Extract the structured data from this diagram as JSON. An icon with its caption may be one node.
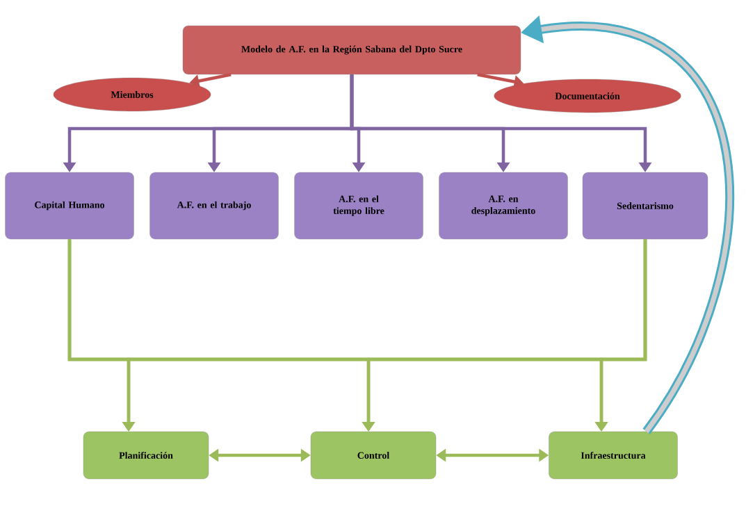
{
  "diagram": {
    "nodes": [
      {
        "text": [
          "Modelo de A.F. en la Región Sabana del Dpto Sucre"
        ]
      },
      {
        "text": [
          "Miembros"
        ]
      },
      {
        "text": [
          "Documentación"
        ]
      },
      {
        "text": [
          "Capital Humano"
        ]
      },
      {
        "text": [
          "A.F. en el trabajo"
        ]
      },
      {
        "text": [
          "A.F. en el tiempo libre"
        ]
      },
      {
        "text": [
          "A.F. en desplazamiento"
        ]
      },
      {
        "text": [
          "Sedentarismo"
        ]
      },
      {
        "text": [
          "Planificación"
        ]
      },
      {
        "text": [
          "Control"
        ]
      },
      {
        "text": [
          "Infraestructura"
        ]
      }
    ],
    "edges": [
      {
        "from": 0,
        "to": 1,
        "arrow": "to",
        "color": "#c0504d"
      },
      {
        "from": 0,
        "to": 2,
        "arrow": "to",
        "color": "#c0504d"
      },
      {
        "from": 0,
        "to": 3,
        "arrow": "to",
        "color": "#8064a2"
      },
      {
        "from": 0,
        "to": 4,
        "arrow": "to",
        "color": "#8064a2"
      },
      {
        "from": 0,
        "to": 5,
        "arrow": "to",
        "color": "#8064a2"
      },
      {
        "from": 0,
        "to": 6,
        "arrow": "to",
        "color": "#8064a2"
      },
      {
        "from": 0,
        "to": 7,
        "arrow": "to",
        "color": "#8064a2"
      },
      {
        "from": 3,
        "to": 8,
        "arrow": "to"
      },
      {
        "from": 3,
        "to": 9,
        "arrow": "to"
      },
      {
        "from": 3,
        "to": 10,
        "arrow": "to"
      },
      {
        "from": 7,
        "to": 8,
        "arrow": "to"
      },
      {
        "from": 7,
        "to": 9,
        "arrow": "to"
      },
      {
        "from": 7,
        "to": 10,
        "arrow": "to"
      },
      {
        "from": 8,
        "to": 9,
        "arrow": "both"
      },
      {
        "from": 9,
        "to": 10,
        "arrow": "both"
      },
      {
        "from": 10,
        "to": 0,
        "arrow": "to",
        "style": "thick",
        "color": "#4bacc6"
      }
    ]
  }
}
